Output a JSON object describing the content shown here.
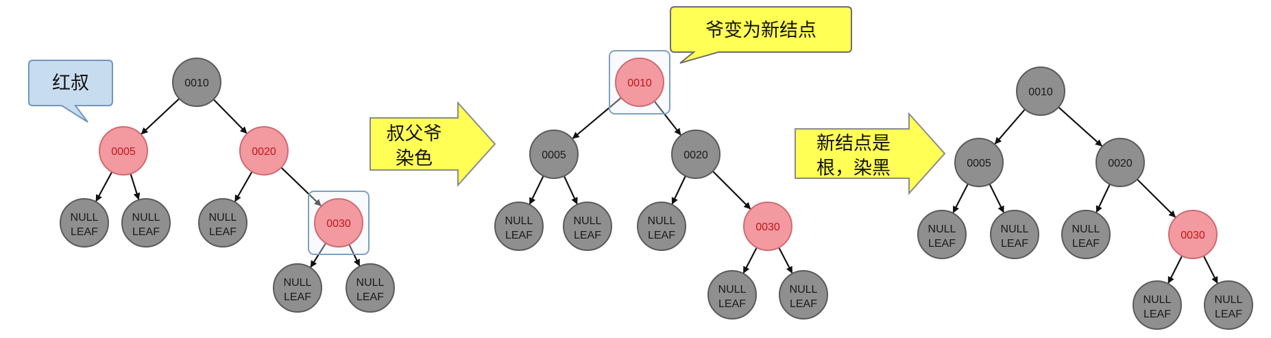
{
  "colors": {
    "black_node": "#8f8f8f",
    "red_node": "#f29aa0",
    "callout_blue": "#c8dcf0",
    "callout_yellow": "#ffff55"
  },
  "callouts": {
    "red_uncle": "红叔",
    "grandparent_new_node": "爷变为新结点"
  },
  "step_arrows": {
    "recolor": {
      "line1": "叔父爷",
      "line2": "染色"
    },
    "root_black": {
      "line1": "新结点是",
      "line2": "根，染黑"
    }
  },
  "leaf_label": {
    "line1": "NULL",
    "line2": "LEAF"
  },
  "trees": [
    {
      "root": {
        "key": "0010",
        "color": "black"
      },
      "left": {
        "key": "0005",
        "color": "red"
      },
      "right": {
        "key": "0020",
        "color": "red"
      },
      "right_child": {
        "key": "0030",
        "color": "red",
        "highlighted": true
      }
    },
    {
      "root": {
        "key": "0010",
        "color": "red",
        "highlighted": true
      },
      "left": {
        "key": "0005",
        "color": "black"
      },
      "right": {
        "key": "0020",
        "color": "black"
      },
      "right_child": {
        "key": "0030",
        "color": "red"
      }
    },
    {
      "root": {
        "key": "0010",
        "color": "black"
      },
      "left": {
        "key": "0005",
        "color": "black"
      },
      "right": {
        "key": "0020",
        "color": "black"
      },
      "right_child": {
        "key": "0030",
        "color": "red"
      }
    }
  ]
}
